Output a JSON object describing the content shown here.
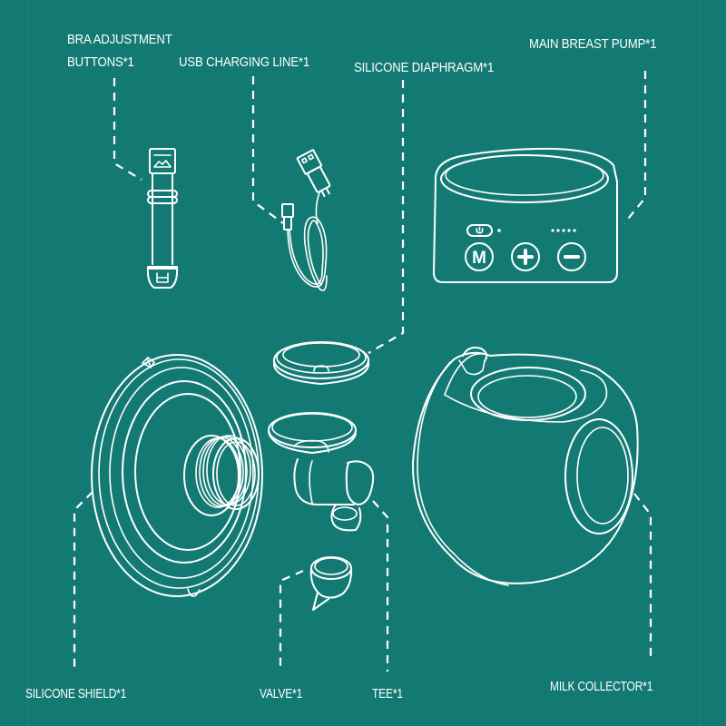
{
  "background_color": "#137a73",
  "line_color": "#ffffff",
  "labels": {
    "bra_adjustment_line1": "BRA ADJUSTMENT",
    "bra_adjustment_line2": "BUTTONS*1",
    "usb_charging_line": "USB CHARGING LINE*1",
    "silicone_diaphragm": "SILICONE DIAPHRAGM*1",
    "main_breast_pump": "MAIN BREAST PUMP*1",
    "silicone_shield": "SILICONE SHIELD*1",
    "valve": "VALVE*1",
    "tee": "TEE*1",
    "milk_collector": "MILK COLLECTOR*1"
  },
  "pump_buttons": {
    "mode": "M",
    "plus": "+",
    "minus": "−"
  },
  "icons": [
    "bra-strap-icon",
    "usb-cable-icon",
    "pump-unit-icon",
    "diaphragm-icon",
    "shield-icon",
    "tee-icon",
    "valve-icon",
    "collector-icon"
  ]
}
